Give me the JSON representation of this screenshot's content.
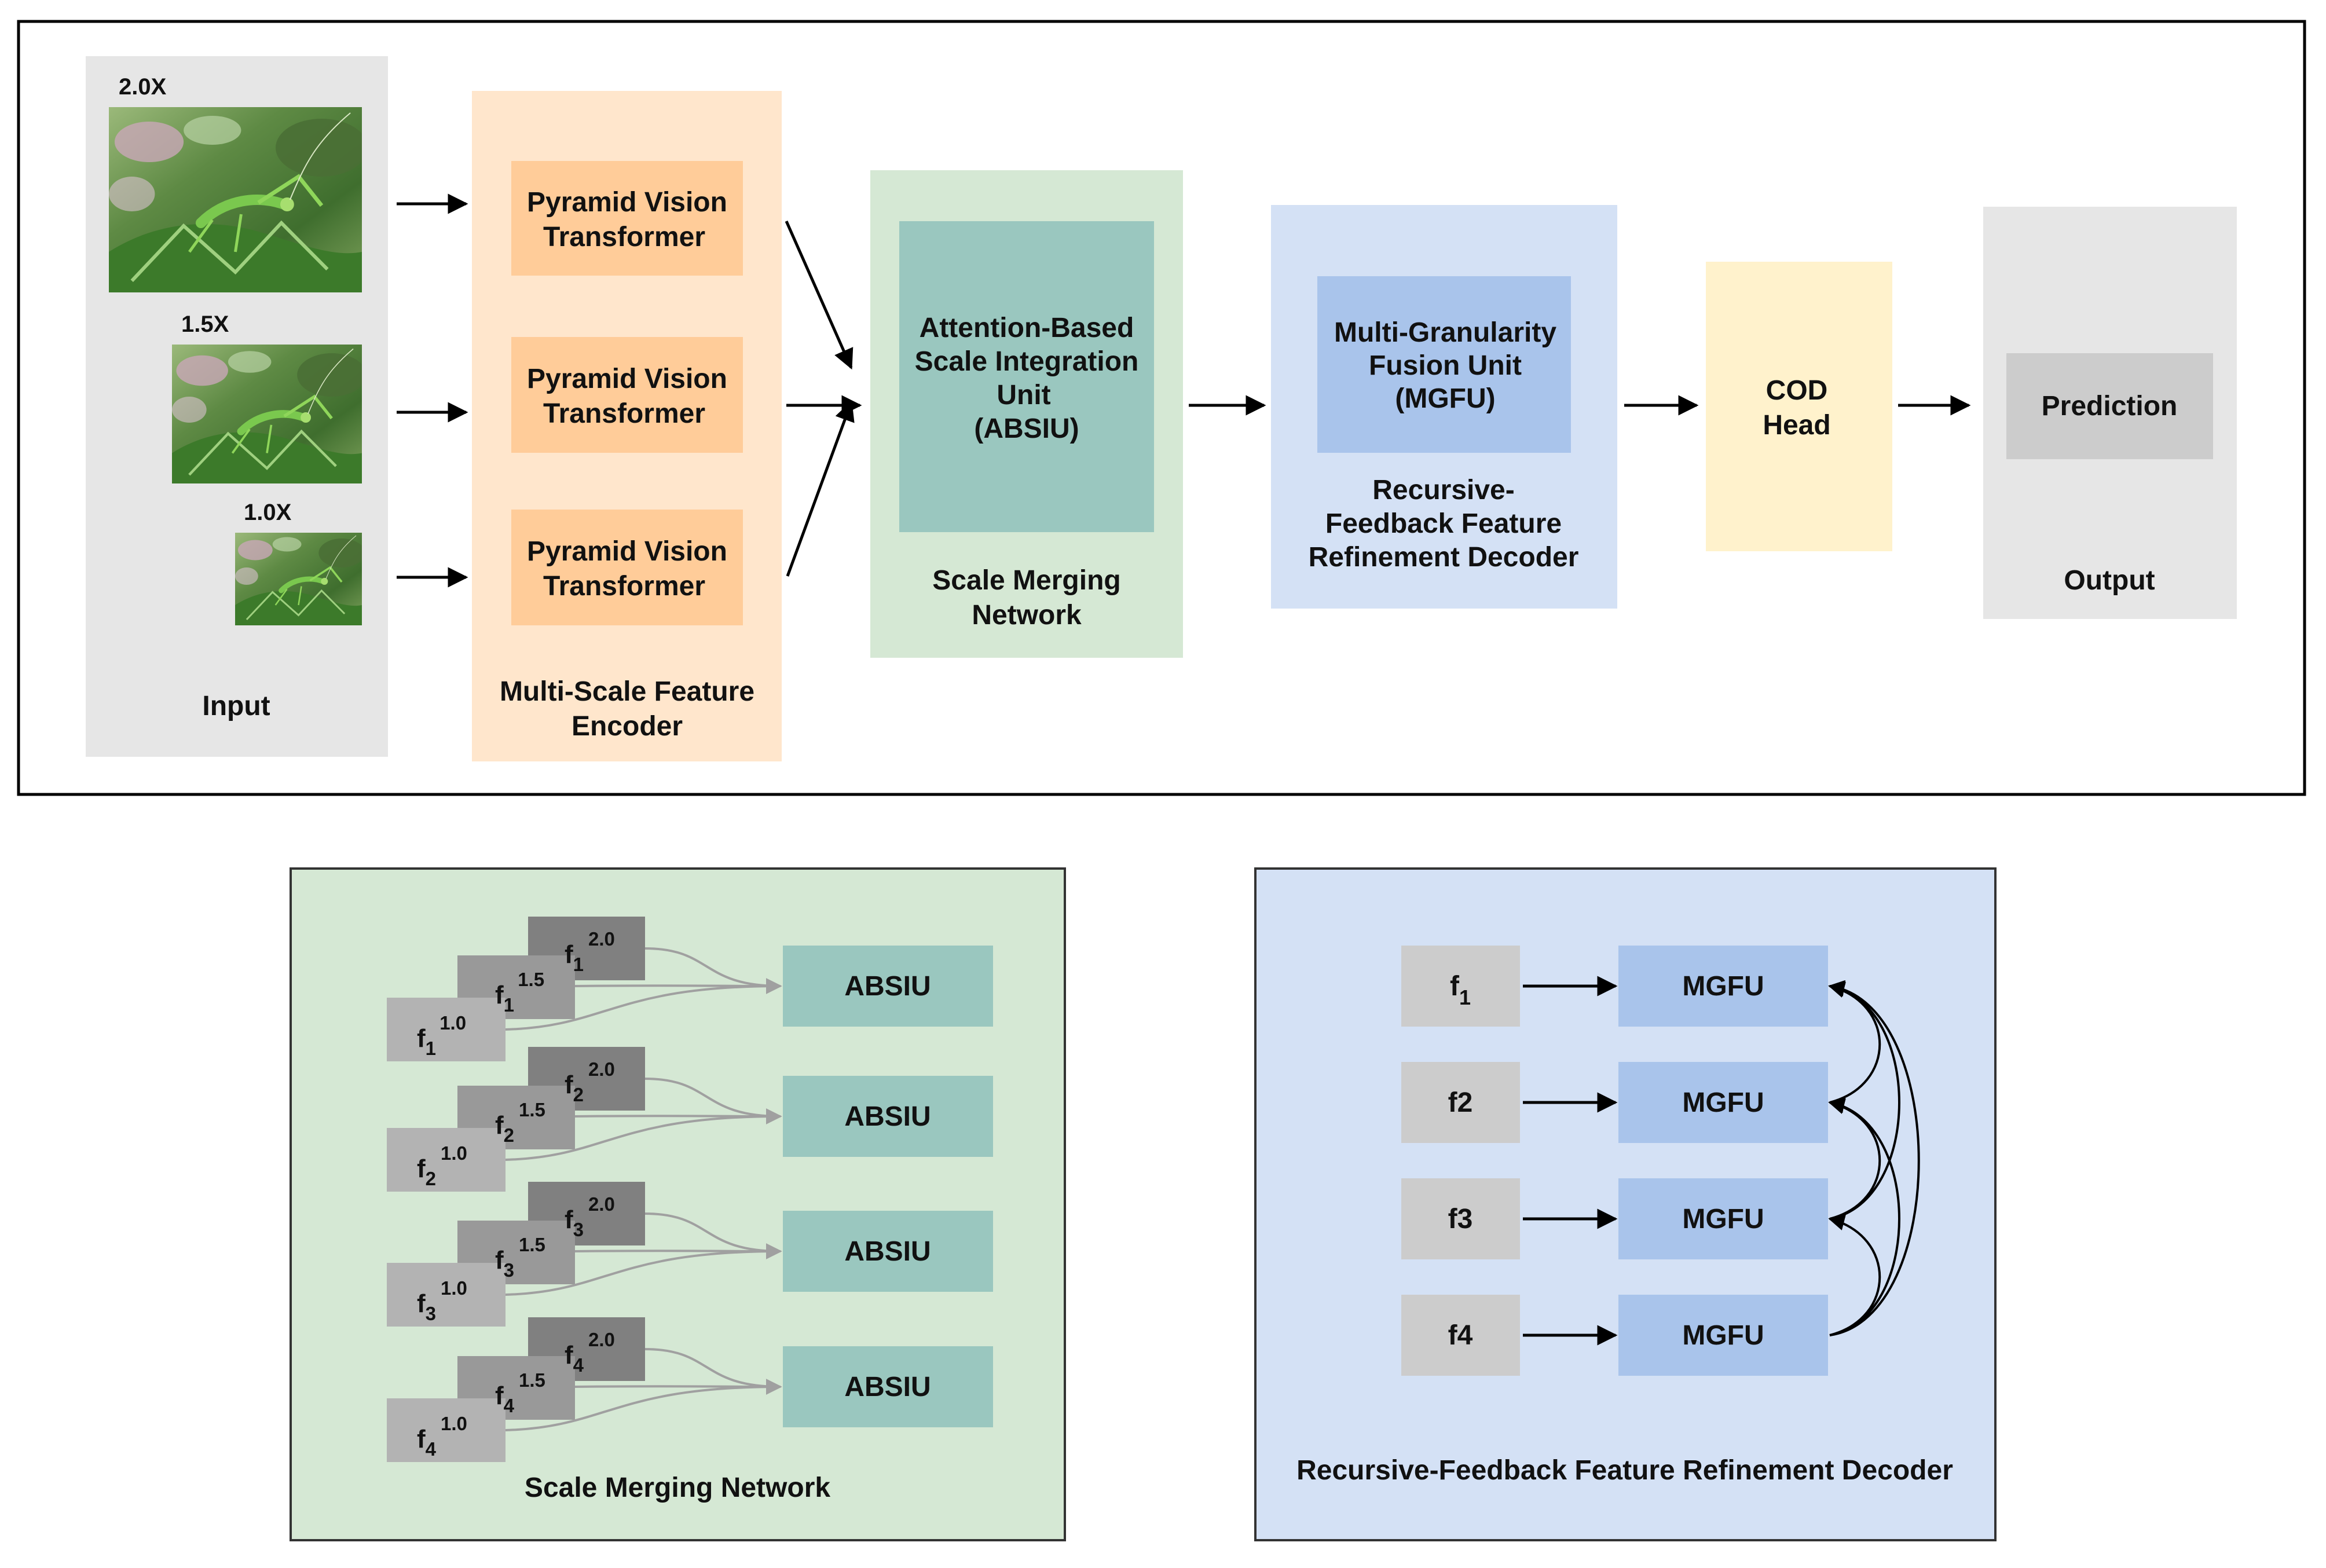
{
  "colors": {
    "input_panel": "#e6e6e6",
    "encoder_panel": "#ffe6cc",
    "encoder_block": "#ffcc99",
    "merge_panel": "#d5e8d4",
    "absiu_block": "#9ac7bf",
    "decoder_panel": "#d4e1f5",
    "mgfu_block": "#a9c4eb",
    "cod_block": "#fff2cc",
    "output_panel": "#e6e6e6",
    "prediction_block": "#cccccc",
    "feature_dark": "#808080",
    "feature_mid": "#999999",
    "feature_light": "#b3b3b3",
    "feature_gray": "#cccccc",
    "arrow": "#000000",
    "merge_curve": "#a0a0a0"
  },
  "top": {
    "input": {
      "label": "Input",
      "scales": [
        {
          "label": "2.0X",
          "icon": "grasshopper-photo"
        },
        {
          "label": "1.5X",
          "icon": "grasshopper-photo"
        },
        {
          "label": "1.0X",
          "icon": "grasshopper-photo"
        }
      ]
    },
    "encoder": {
      "label_line1": "Multi-Scale Feature",
      "label_line2": "Encoder",
      "blocks": [
        {
          "line1": "Pyramid Vision",
          "line2": "Transformer"
        },
        {
          "line1": "Pyramid Vision",
          "line2": "Transformer"
        },
        {
          "line1": "Pyramid Vision",
          "line2": "Transformer"
        }
      ]
    },
    "merging": {
      "block_lines": [
        "Attention-Based",
        "Scale Integration",
        "Unit",
        "(ABSIU)"
      ],
      "label_line1": "Scale Merging",
      "label_line2": "Network"
    },
    "decoder": {
      "block_lines": [
        "Multi-Granularity",
        "Fusion Unit",
        "(MGFU)"
      ],
      "label_lines": [
        "Recursive-",
        "Feedback Feature",
        "Refinement Decoder"
      ]
    },
    "cod": {
      "line1": "COD",
      "line2": "Head"
    },
    "output": {
      "block": "Prediction",
      "label": "Output"
    }
  },
  "bottom_left": {
    "title": "Scale Merging Network",
    "target": "ABSIU",
    "rows": [
      {
        "sub": "1"
      },
      {
        "sub": "2"
      },
      {
        "sub": "3"
      },
      {
        "sub": "4"
      }
    ],
    "scales": {
      "large": "2.0",
      "mid": "1.5",
      "small": "1.0"
    },
    "feature_symbol": "f"
  },
  "bottom_right": {
    "title": "Recursive-Feedback Feature Refinement Decoder",
    "target": "MGFU",
    "features": [
      {
        "main": "f",
        "sub": "1"
      },
      {
        "main": "f2",
        "sub": ""
      },
      {
        "main": "f3",
        "sub": ""
      },
      {
        "main": "f4",
        "sub": ""
      }
    ]
  }
}
